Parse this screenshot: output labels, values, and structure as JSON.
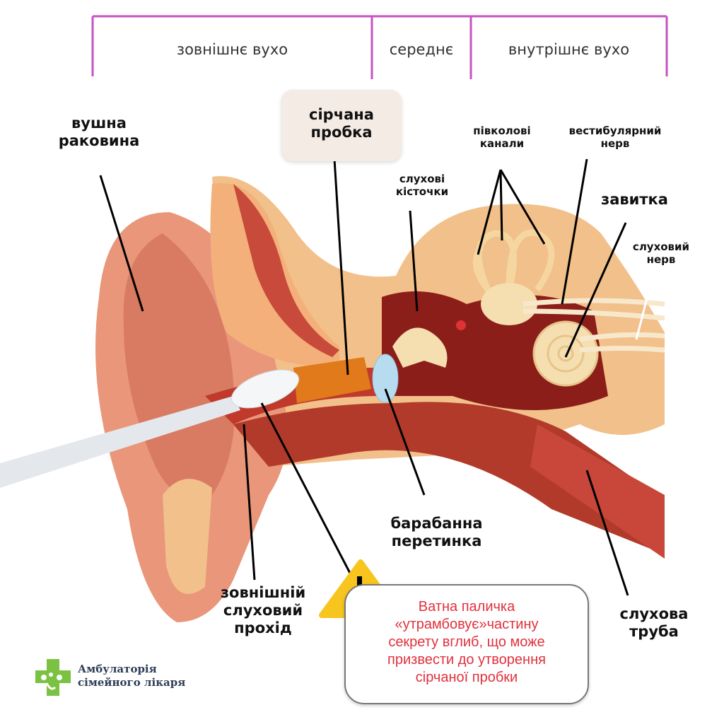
{
  "header": {
    "outer_ear": "зовнішнє вухо",
    "middle_ear": "середнє",
    "inner_ear": "внутрішнє вухо",
    "accent_color": "#c653c0"
  },
  "labels": {
    "auricle": "вушна\nраковина",
    "earwax_plug": "сірчана\nпробка",
    "ossicles": "слухові\nкісточки",
    "semicircular_canals": "півколові\nканали",
    "vestibular_nerve": "вестибулярний\nнерв",
    "cochlea": "завитка",
    "auditory_nerve": "слуховий\nнерв",
    "eardrum": "барабанна\nперетинка",
    "ear_canal": "зовнішній\nслуховий\nпрохід",
    "eustachian_tube": "слухова\nтруба"
  },
  "warning": {
    "icon": "warning-triangle-icon",
    "text": "Ватна паличка\n«утрамбовує»частину\nсекрету вглиб, що може\nпризвести до утворення\nсірчаної пробки",
    "text_color": "#e0313d"
  },
  "logo": {
    "line1": "Амбулаторія",
    "line2": "сімейного лікаря",
    "color": "#7cc242"
  }
}
